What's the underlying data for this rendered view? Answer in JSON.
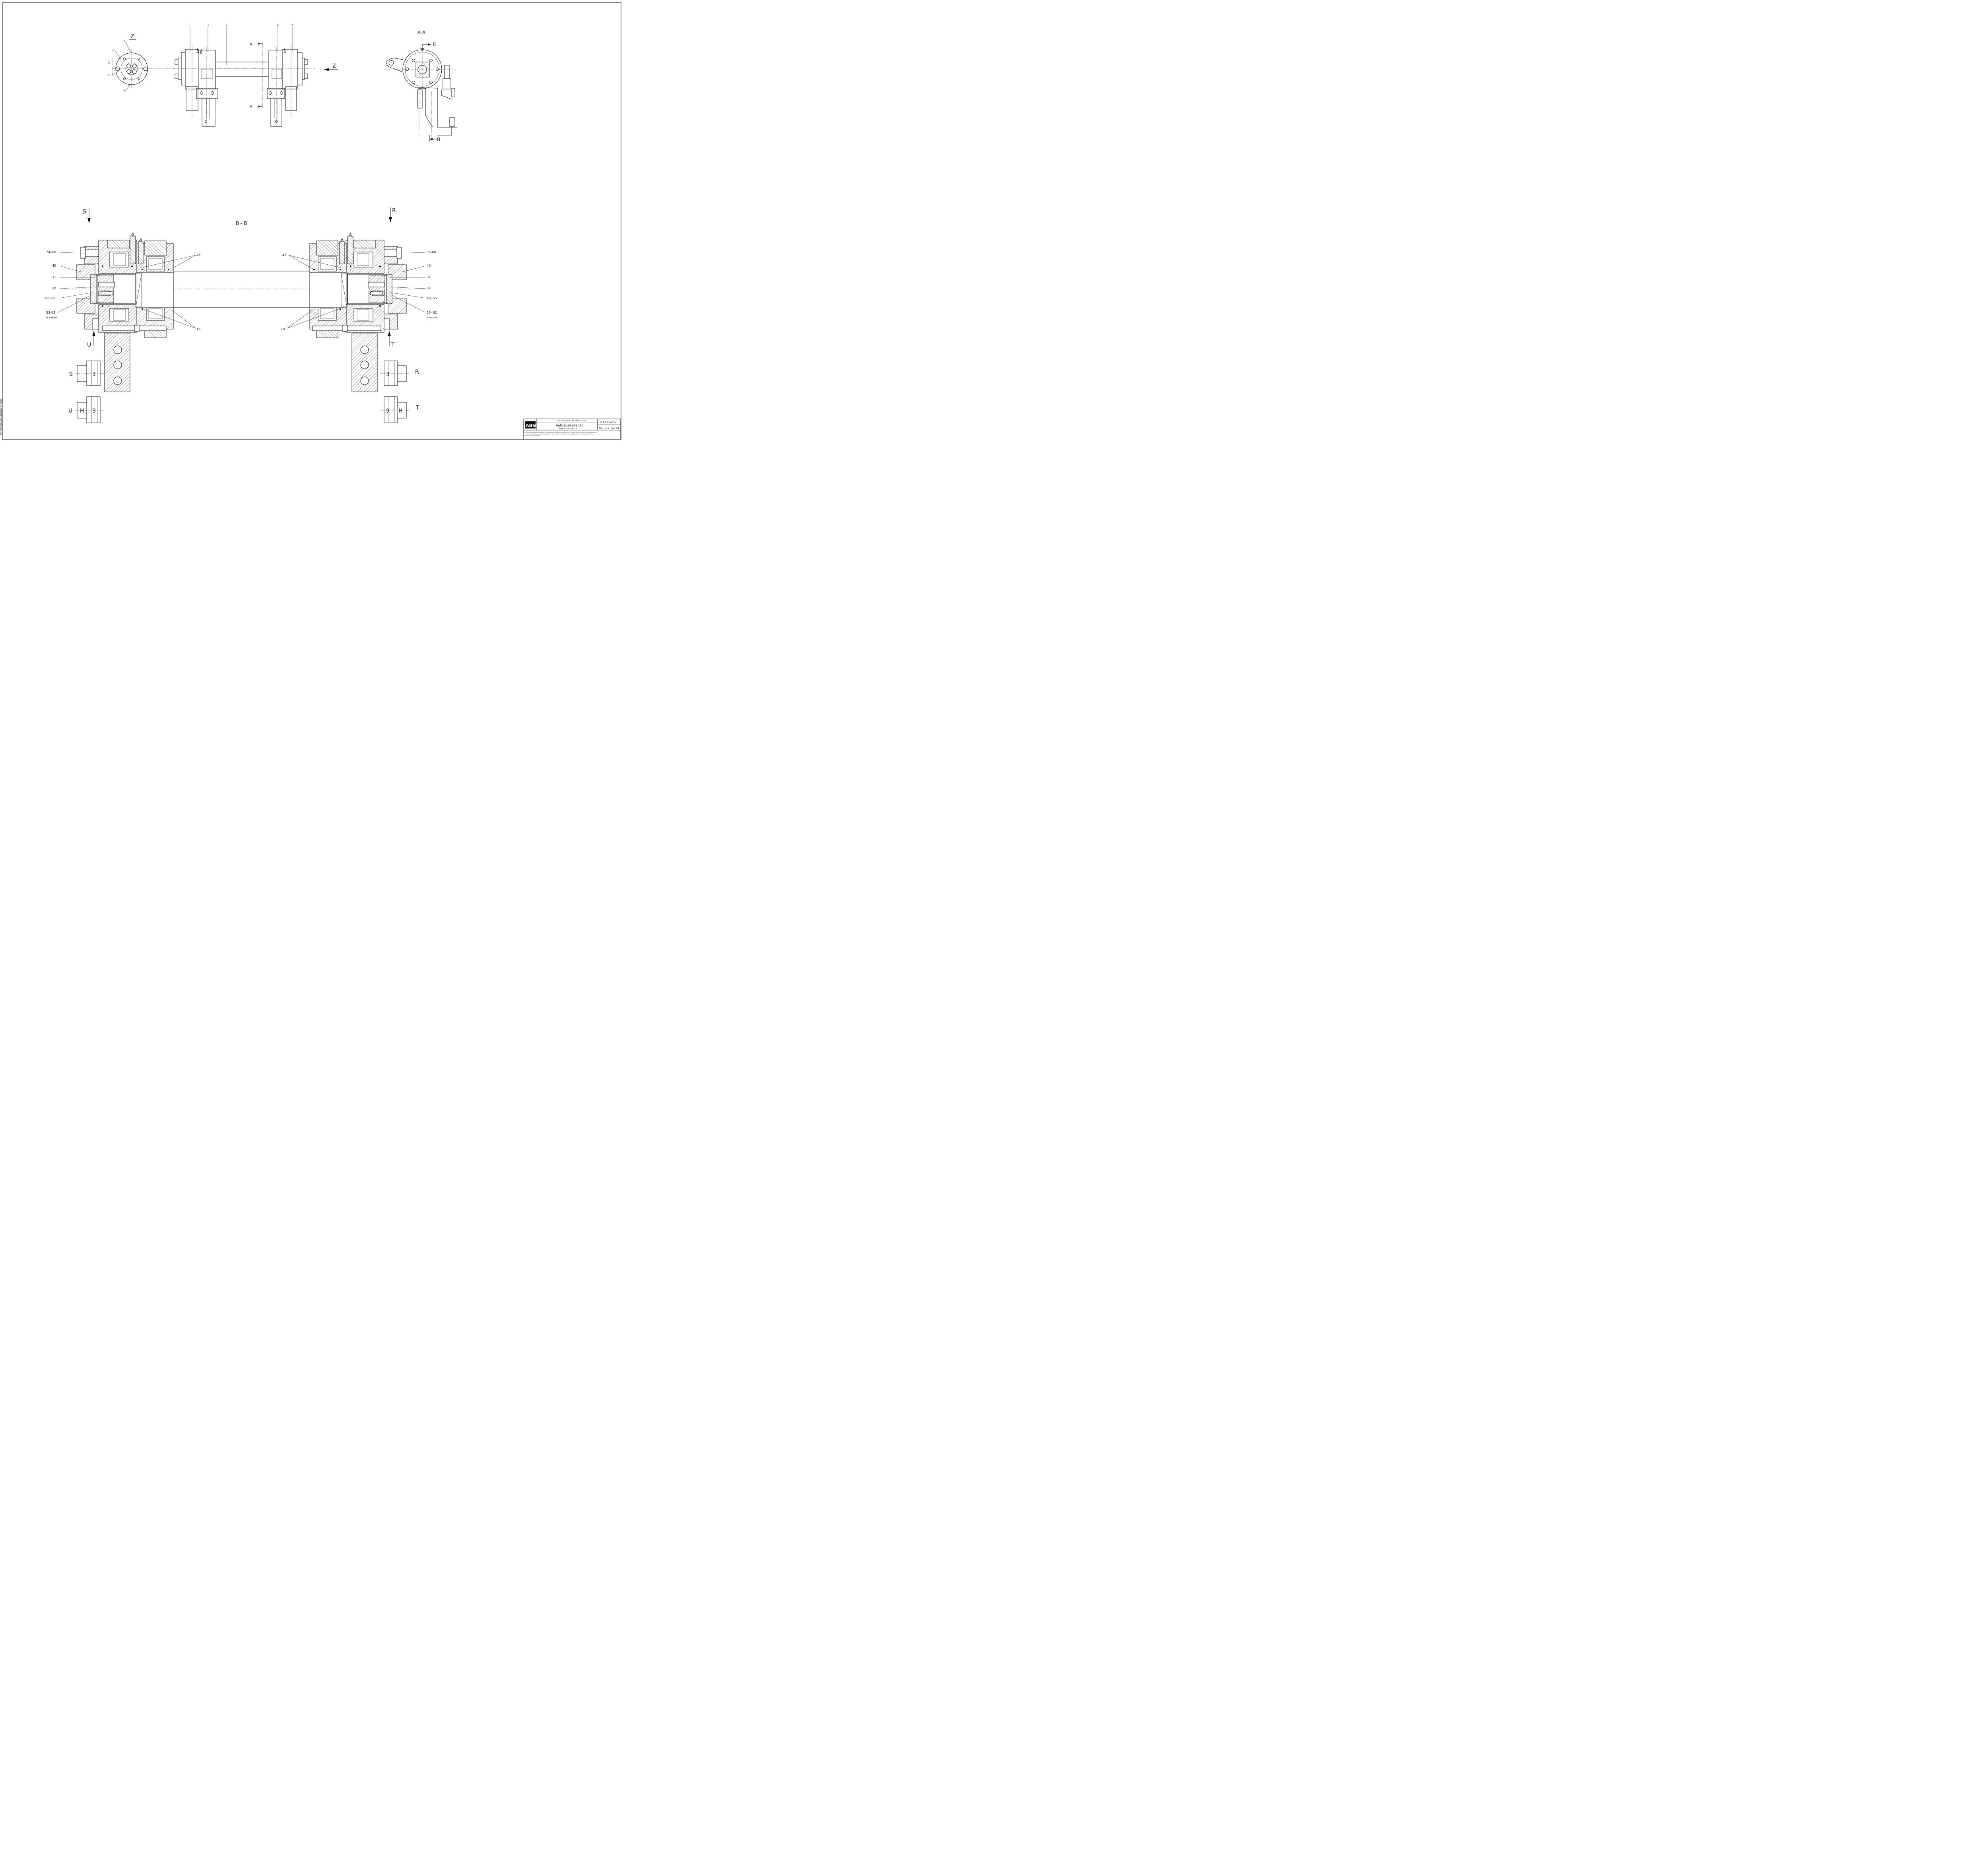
{
  "sheet": {
    "side_code": "78F228704664250408836976_1881"
  },
  "top_view": {
    "end_view_label": "Z",
    "end_view_leaders": [
      "3",
      "5",
      "22°",
      "7",
      "9"
    ],
    "section_marker": "A",
    "direction_marker": "Z",
    "part_balloons": [
      "1",
      "3",
      "7",
      "4",
      "2"
    ]
  },
  "section_aa": {
    "title": "A-A",
    "marker": "B"
  },
  "section_bb": {
    "title": "B - B",
    "view_markers": {
      "s": "S",
      "u": "U",
      "r": "R",
      "t": "T"
    },
    "left_labels": [
      "56-60",
      "40",
      "31",
      "32",
      "49 -65",
      "53-62"
    ],
    "left_torque": "M =45Nm",
    "right_labels": [
      "56-60",
      "40",
      "31",
      "32",
      "49- 65",
      "53- 62"
    ],
    "right_torque": "M =45Nm",
    "center_labels": {
      "left_top": "48",
      "right_top": "48",
      "left_bottom": "19",
      "right_bottom": "20"
    }
  },
  "details": {
    "s_label": "S",
    "s_num": "3",
    "u_label": "U",
    "u_letter": "H",
    "u_num": "9",
    "r_label": "R",
    "r_num": "3",
    "t_label": "T",
    "t_letter": "H",
    "t_num": "9"
  },
  "title_block": {
    "logo": "ABG",
    "protection_note": "Schutzvermerk DIN 34 beachten",
    "title_de": "Antriebswelle LH",
    "title_en": "Drive Shaft T58 L.H.",
    "drawing_number": "80836976",
    "sheet_label": "Blatt",
    "sheet_no": "01",
    "of_label": "von",
    "sheet_total": "01",
    "legal_line_1": "The copying, distribution and utilization of this document as well as the communication of its contents to others without expressed authorization",
    "legal_line_2": "is prohibited. Offenders will be held liable for payment of damages. All rights reserved in the event of the grant of a patent, utility model or",
    "legal_line_3": "ornamental design registration."
  }
}
